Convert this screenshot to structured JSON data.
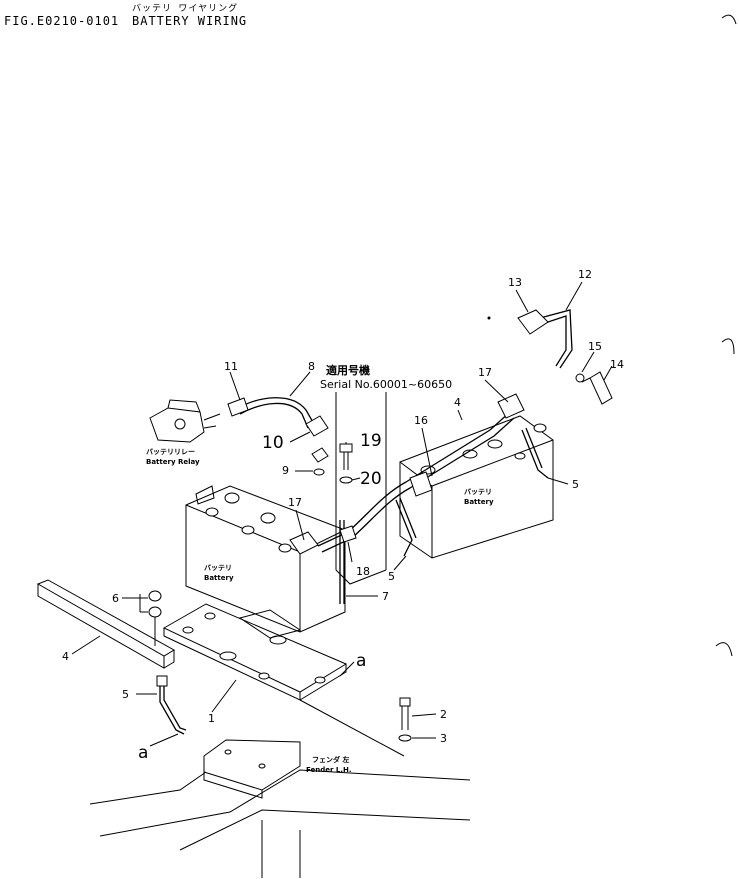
{
  "header": {
    "figure_number": "FIG.E0210-0101",
    "title": "BATTERY WIRING",
    "title_japanese": "バッテリ ワイヤリング"
  },
  "serial_note": {
    "japanese": "適用号機",
    "text": "Serial No.60001~60650"
  },
  "labels": {
    "battery_relay_jp": "バッテリリレー",
    "battery_relay": "Battery Relay",
    "battery_jp": "バッテリ",
    "battery": "Battery",
    "fender_jp": "フェンダ 左",
    "fender": "Fender L.H."
  },
  "callouts": {
    "p1": "1",
    "p2": "2",
    "p3": "3",
    "p4a": "4",
    "p4b": "4",
    "p5a": "5",
    "p5b": "5",
    "p5c": "5",
    "p6": "6",
    "p7": "7",
    "p8": "8",
    "p9": "9",
    "p10": "10",
    "p11": "11",
    "p12": "12",
    "p13": "13",
    "p14": "14",
    "p15": "15",
    "p16": "16",
    "p17a": "17",
    "p17b": "17",
    "p18": "18",
    "p19": "19",
    "p20": "20",
    "ref_a1": "a",
    "ref_a2": "a"
  }
}
